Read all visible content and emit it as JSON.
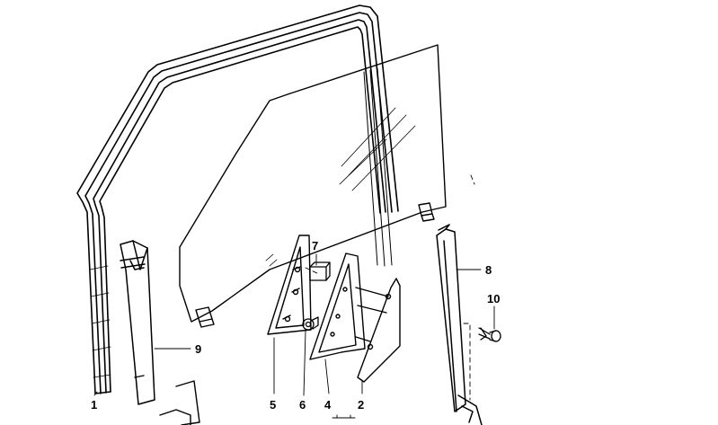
{
  "diagram": {
    "callouts": [
      {
        "id": "1",
        "text": "1"
      },
      {
        "id": "2",
        "text": "2"
      },
      {
        "id": "4",
        "text": "4"
      },
      {
        "id": "5",
        "text": "5"
      },
      {
        "id": "6",
        "text": "6"
      },
      {
        "id": "7",
        "text": "7"
      },
      {
        "id": "8",
        "text": "8"
      },
      {
        "id": "9",
        "text": "9"
      },
      {
        "id": "10",
        "text": "10"
      }
    ]
  }
}
